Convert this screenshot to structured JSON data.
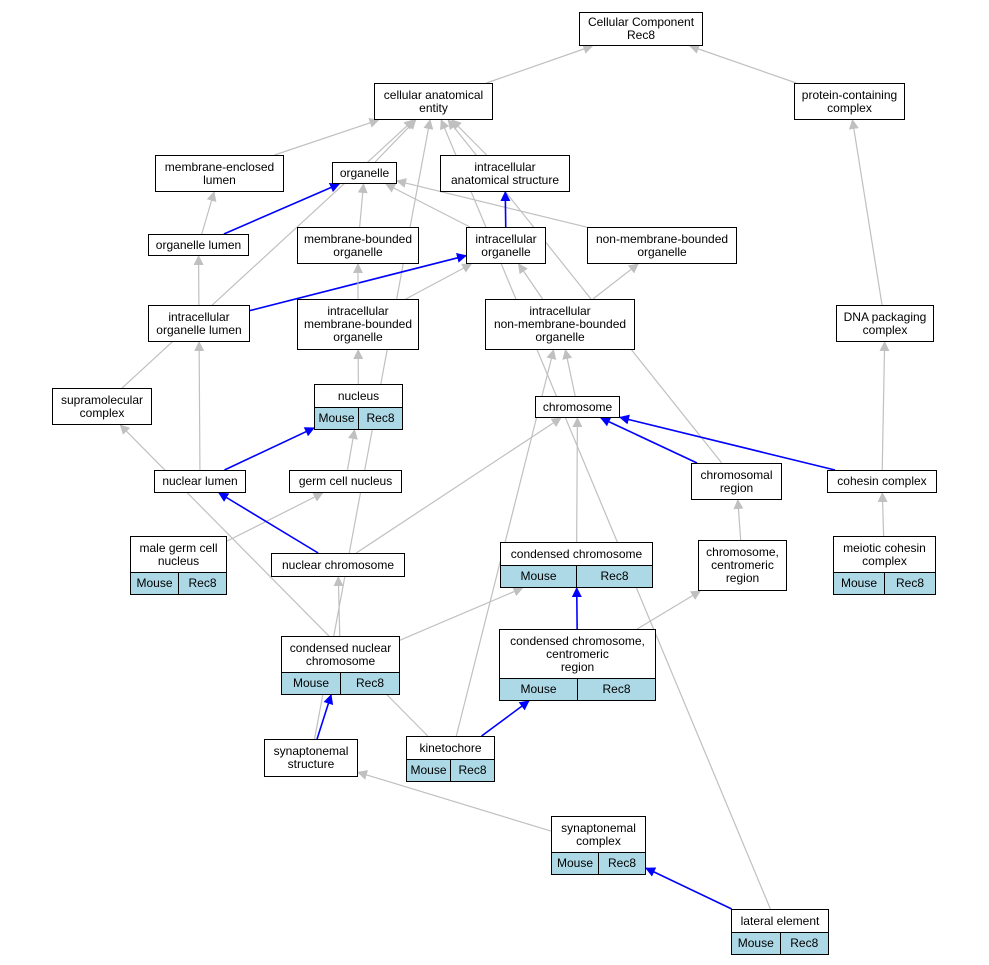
{
  "colors": {
    "is_a_edge": "#c0c0c0",
    "part_of_edge": "#0000ff",
    "annotation_fill": "#add8e6",
    "node_border": "#000000"
  },
  "nodes": {
    "root": {
      "label": "Cellular Component\nRec8"
    },
    "cae": {
      "label": "cellular anatomical\nentity"
    },
    "pcc": {
      "label": "protein-containing\ncomplex"
    },
    "mel": {
      "label": "membrane-enclosed\nlumen"
    },
    "org": {
      "label": "organelle"
    },
    "ias": {
      "label": "intracellular\nanatomical structure"
    },
    "ol": {
      "label": "organelle lumen"
    },
    "mbo": {
      "label": "membrane-bounded\norganelle"
    },
    "io": {
      "label": "intracellular\norganelle"
    },
    "nmbo": {
      "label": "non-membrane-bounded\norganelle"
    },
    "iol": {
      "label": "intracellular\norganelle lumen"
    },
    "imbo": {
      "label": "intracellular\nmembrane-bounded\norganelle"
    },
    "inmbo": {
      "label": "intracellular\nnon-membrane-bounded\norganelle"
    },
    "dpc": {
      "label": "DNA packaging\ncomplex"
    },
    "smc": {
      "label": "supramolecular\ncomplex"
    },
    "nuc": {
      "label": "nucleus",
      "ann_species": "Mouse",
      "ann_gene": "Rec8"
    },
    "chr": {
      "label": "chromosome"
    },
    "nl": {
      "label": "nuclear lumen"
    },
    "gcn": {
      "label": "germ cell nucleus"
    },
    "cr": {
      "label": "chromosomal\nregion"
    },
    "coh": {
      "label": "cohesin complex"
    },
    "mgcn": {
      "label": "male germ cell\nnucleus",
      "ann_species": "Mouse",
      "ann_gene": "Rec8"
    },
    "nchr": {
      "label": "nuclear chromosome"
    },
    "cchr": {
      "label": "condensed chromosome",
      "ann_species": "Mouse",
      "ann_gene": "Rec8"
    },
    "ccr": {
      "label": "chromosome,\ncentromeric\nregion"
    },
    "mcc": {
      "label": "meiotic cohesin\ncomplex",
      "ann_species": "Mouse",
      "ann_gene": "Rec8"
    },
    "cnc": {
      "label": "condensed nuclear\nchromosome",
      "ann_species": "Mouse",
      "ann_gene": "Rec8"
    },
    "cccr": {
      "label": "condensed chromosome,\ncentromeric\nregion",
      "ann_species": "Mouse",
      "ann_gene": "Rec8"
    },
    "ss": {
      "label": "synaptonemal\nstructure"
    },
    "kin": {
      "label": "kinetochore",
      "ann_species": "Mouse",
      "ann_gene": "Rec8"
    },
    "sc": {
      "label": "synaptonemal\ncomplex",
      "ann_species": "Mouse",
      "ann_gene": "Rec8"
    },
    "le": {
      "label": "lateral element",
      "ann_species": "Mouse",
      "ann_gene": "Rec8"
    }
  },
  "edges": [
    {
      "from": "cae",
      "to": "root",
      "type": "is_a"
    },
    {
      "from": "pcc",
      "to": "root",
      "type": "is_a"
    },
    {
      "from": "mel",
      "to": "cae",
      "type": "is_a"
    },
    {
      "from": "org",
      "to": "cae",
      "type": "is_a"
    },
    {
      "from": "ias",
      "to": "cae",
      "type": "is_a"
    },
    {
      "from": "smc",
      "to": "cae",
      "type": "is_a"
    },
    {
      "from": "ss",
      "to": "cae",
      "type": "is_a"
    },
    {
      "from": "cr",
      "to": "cae",
      "type": "is_a"
    },
    {
      "from": "le",
      "to": "cae",
      "type": "is_a"
    },
    {
      "from": "ol",
      "to": "mel",
      "type": "is_a"
    },
    {
      "from": "ol",
      "to": "org",
      "type": "part_of"
    },
    {
      "from": "mbo",
      "to": "org",
      "type": "is_a"
    },
    {
      "from": "io",
      "to": "org",
      "type": "is_a"
    },
    {
      "from": "nmbo",
      "to": "org",
      "type": "is_a"
    },
    {
      "from": "io",
      "to": "ias",
      "type": "part_of"
    },
    {
      "from": "iol",
      "to": "ol",
      "type": "is_a"
    },
    {
      "from": "iol",
      "to": "io",
      "type": "part_of"
    },
    {
      "from": "imbo",
      "to": "mbo",
      "type": "is_a"
    },
    {
      "from": "imbo",
      "to": "io",
      "type": "is_a"
    },
    {
      "from": "inmbo",
      "to": "io",
      "type": "is_a"
    },
    {
      "from": "inmbo",
      "to": "nmbo",
      "type": "is_a"
    },
    {
      "from": "dpc",
      "to": "pcc",
      "type": "is_a"
    },
    {
      "from": "nuc",
      "to": "imbo",
      "type": "is_a"
    },
    {
      "from": "chr",
      "to": "inmbo",
      "type": "is_a"
    },
    {
      "from": "kin",
      "to": "inmbo",
      "type": "is_a"
    },
    {
      "from": "kin",
      "to": "smc",
      "type": "is_a"
    },
    {
      "from": "nl",
      "to": "iol",
      "type": "is_a"
    },
    {
      "from": "nl",
      "to": "nuc",
      "type": "part_of"
    },
    {
      "from": "gcn",
      "to": "nuc",
      "type": "is_a"
    },
    {
      "from": "cr",
      "to": "chr",
      "type": "part_of"
    },
    {
      "from": "coh",
      "to": "chr",
      "type": "part_of"
    },
    {
      "from": "coh",
      "to": "dpc",
      "type": "is_a"
    },
    {
      "from": "mgcn",
      "to": "gcn",
      "type": "is_a"
    },
    {
      "from": "nchr",
      "to": "nl",
      "type": "part_of"
    },
    {
      "from": "nchr",
      "to": "chr",
      "type": "is_a"
    },
    {
      "from": "cchr",
      "to": "chr",
      "type": "is_a"
    },
    {
      "from": "ccr",
      "to": "cr",
      "type": "is_a"
    },
    {
      "from": "mcc",
      "to": "coh",
      "type": "is_a"
    },
    {
      "from": "cnc",
      "to": "nchr",
      "type": "is_a"
    },
    {
      "from": "cnc",
      "to": "cchr",
      "type": "is_a"
    },
    {
      "from": "cccr",
      "to": "cchr",
      "type": "part_of"
    },
    {
      "from": "cccr",
      "to": "ccr",
      "type": "is_a"
    },
    {
      "from": "ss",
      "to": "cnc",
      "type": "part_of"
    },
    {
      "from": "kin",
      "to": "cccr",
      "type": "part_of"
    },
    {
      "from": "sc",
      "to": "ss",
      "type": "is_a"
    },
    {
      "from": "le",
      "to": "sc",
      "type": "part_of"
    }
  ]
}
